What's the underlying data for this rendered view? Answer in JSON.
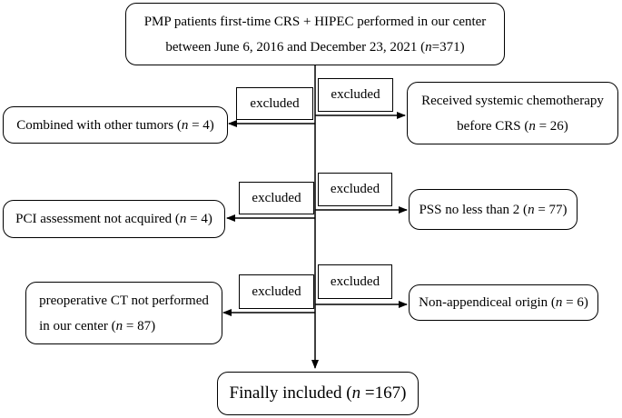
{
  "top": {
    "line1": "PMP patients first-time CRS + HIPEC performed in our center",
    "line2_pre": "between June 6, 2016 and December 23, 2021 (",
    "n": "n",
    "line2_post": "=371)"
  },
  "excluded_label": "excluded",
  "left": [
    {
      "pre": "Combined with other tumors (",
      "n": "n",
      "post": " = 4)"
    },
    {
      "pre": "PCI assessment not acquired (",
      "n": "n",
      "post": " = 4)"
    },
    {
      "line1": "preoperative CT not performed",
      "pre": "in our center (",
      "n": "n",
      "post": " = 87)"
    }
  ],
  "right": [
    {
      "line1": "Received systemic chemotherapy",
      "pre": "before CRS (",
      "n": "n",
      "post": " = 26)"
    },
    {
      "pre": "PSS no less than 2 (",
      "n": "n",
      "post": " = 77)"
    },
    {
      "pre": "Non-appendiceal origin (",
      "n": "n",
      "post": " = 6)"
    }
  ],
  "final": {
    "pre": "Finally included (",
    "n": "n",
    "post": " =167)"
  }
}
